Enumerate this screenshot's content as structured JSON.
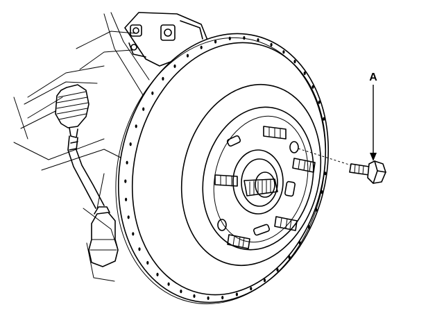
{
  "diagram": {
    "callouts": [
      {
        "id": "A",
        "label": "A",
        "target": "hub-bolt"
      }
    ],
    "line_color": "#000000",
    "background": "#ffffff"
  }
}
